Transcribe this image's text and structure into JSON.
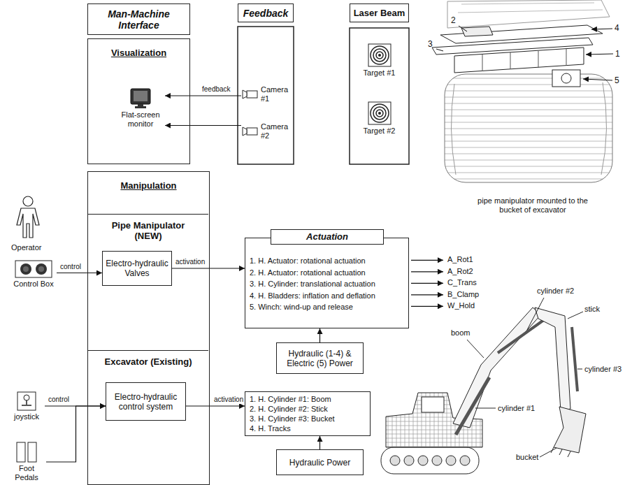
{
  "diagram": {
    "nodes": [
      {
        "text": [
          "Man-Machine Interface"
        ]
      },
      {
        "text": [
          "Feedback"
        ]
      },
      {
        "text": [
          "Laser Beam"
        ]
      },
      {
        "text": [
          "Visualization"
        ]
      },
      {
        "text": [
          "Flat-screen monitor"
        ],
        "in": 3
      },
      {
        "text": [
          "Camera #1"
        ]
      },
      {
        "text": [
          "Camera #2"
        ]
      },
      {
        "text": [
          "Target #1"
        ]
      },
      {
        "text": [
          "Target #2"
        ]
      },
      {
        "text": [
          "Manipulation"
        ]
      },
      {
        "text": [
          "Pipe Manipulator (NEW)"
        ],
        "in": 9
      },
      {
        "text": [
          "Electro-hydraulic Valves"
        ],
        "in": 10
      },
      {
        "text": [
          "Excavator (Existing)"
        ],
        "in": 9
      },
      {
        "text": [
          "Electro-hydraulic control system"
        ],
        "in": 12
      },
      {
        "text": [
          "Control Box"
        ]
      },
      {
        "text": [
          "joystick"
        ]
      },
      {
        "text": [
          "Foot Pedals"
        ]
      },
      {
        "text": [
          "Actuation",
          "1. H. Actuator: rotational actuation",
          "2. H. Actuator: rotational actuation",
          "3. H. Cylinder: translational actuation",
          "4. H. Bladders: inflation and deflation",
          "5. Winch: wind-up and release"
        ]
      },
      {
        "text": [
          "Hydraulic (1-4) & Electric (5) Power"
        ]
      },
      {
        "text": [
          "1. H. Cylinder #1: Boom",
          "2. H. Cylinder #2: Stick",
          "3. H. Cylinder #3: Bucket",
          "4. H. Tracks"
        ]
      },
      {
        "text": [
          "Hydraulic Power"
        ]
      }
    ],
    "edges": [
      {
        "from": 5,
        "to": 4,
        "arrow": "to",
        "label": "feedback"
      },
      {
        "from": 6,
        "to": 4,
        "arrow": "to"
      },
      {
        "from": 14,
        "to": 11,
        "arrow": "to",
        "label": "control"
      },
      {
        "from": 15,
        "to": 13,
        "arrow": "to",
        "label": "control"
      },
      {
        "from": 16,
        "to": 13,
        "arrow": "to"
      },
      {
        "from": 11,
        "to": 17,
        "arrow": "to",
        "label": "activation"
      },
      {
        "from": 13,
        "to": 19,
        "arrow": "to",
        "label": "activation"
      },
      {
        "from": 18,
        "to": 17,
        "arrow": "to"
      },
      {
        "from": 20,
        "to": 19,
        "arrow": "to"
      }
    ],
    "labels": [
      "Operator",
      "2",
      "4",
      "3",
      "1",
      "5",
      "pipe manipulator mounted to the bucket of excavator",
      "A_Rot1",
      "A_Rot2",
      "C_Trans",
      "B_Clamp",
      "W_Hold",
      "boom",
      "cylinder #2",
      "stick",
      "cylinder #3",
      "cylinder #1",
      "bucket"
    ]
  }
}
